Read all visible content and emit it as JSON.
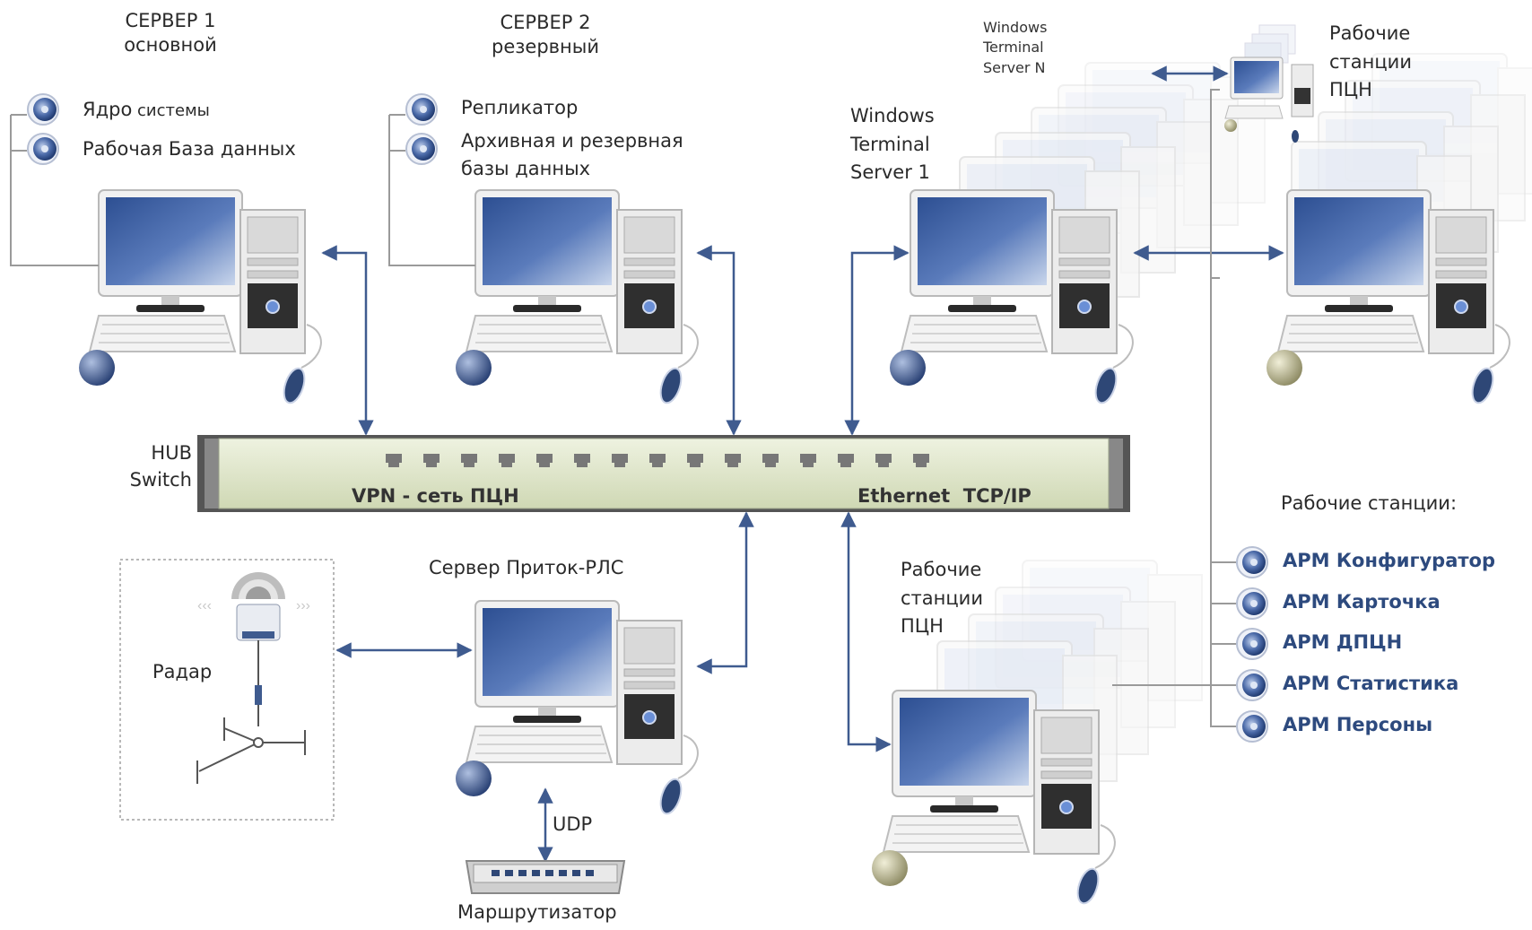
{
  "server1": {
    "title": "СЕРВЕР 1",
    "subtitle": "основной",
    "components": [
      {
        "main": "Ядро",
        "rest": " системы"
      },
      {
        "main": "Рабочая База данных",
        "rest": ""
      }
    ]
  },
  "server2": {
    "title": "СЕРВЕР 2",
    "subtitle": "резервный",
    "components": [
      "Репликатор",
      "Архивная и резервная",
      "базы данных"
    ]
  },
  "terminal": {
    "n_lines": [
      "Windows",
      "Terminal",
      "Server N"
    ],
    "one_lines": [
      "Windows",
      "Terminal",
      "Server 1"
    ]
  },
  "ws_top": [
    "Рабочие",
    "станции",
    "ПЦН"
  ],
  "ws_bottom": [
    "Рабочие",
    "станции",
    "ПЦН"
  ],
  "hub": {
    "label_lines": [
      "HUB",
      "Switch"
    ],
    "vpn_label": "VPN - сеть ПЦН",
    "ethernet_label": "Ethernet  TCP/IP"
  },
  "pritok": {
    "title": "Сервер Приток-РЛС"
  },
  "radar": {
    "label": "Радар"
  },
  "router": {
    "label": "Маршрутизатор",
    "protocol": "UDP"
  },
  "workstations": {
    "heading": "Рабочие станции:",
    "items": [
      "АРМ Конфигуратор",
      "АРМ Карточка",
      "АРМ ДПЦН",
      "АРМ Статистика",
      "АРМ Персоны"
    ]
  },
  "colors": {
    "arrow": "#3f5b8f",
    "screen": "#4a6aa6",
    "hub_face": "#dfe6cc",
    "accent_text": "#2d4a7e"
  }
}
